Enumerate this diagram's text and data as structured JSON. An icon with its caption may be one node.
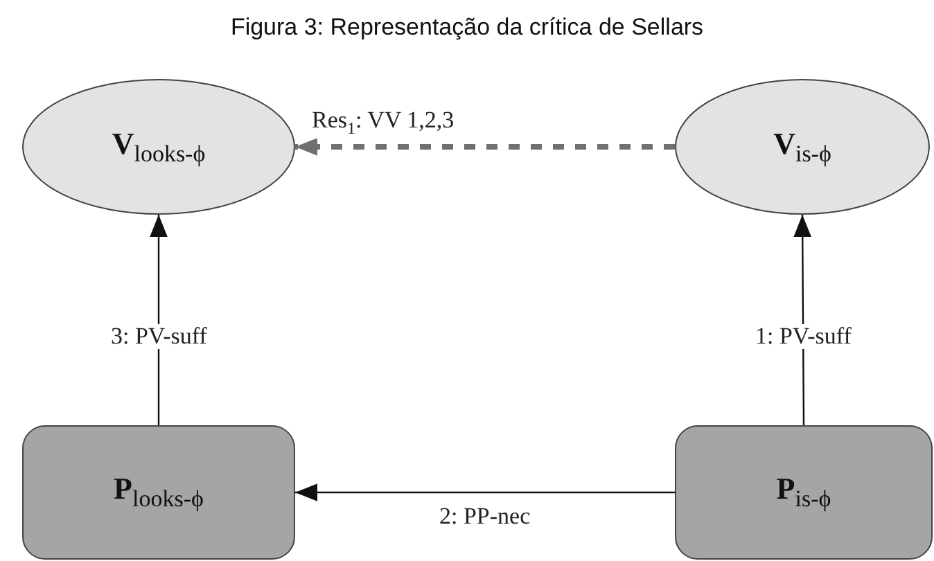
{
  "diagram": {
    "title": "Figura 3: Representação da crítica de Sellars",
    "nodes": [
      {
        "text": [
          "**V**$_{looks-ϕ}$"
        ]
      },
      {
        "text": [
          "**V**$_{is-ϕ}$"
        ]
      },
      {
        "text": [
          "**P**$_{looks-ϕ}$"
        ]
      },
      {
        "text": [
          "**P**$_{is-ϕ}$"
        ]
      }
    ],
    "edges": [
      {
        "from": 1,
        "to": 0,
        "arrow": "to",
        "label": "Res$_{1}$: VV 1,2,3",
        "style": "dashed",
        "color": "#707070"
      },
      {
        "from": 3,
        "to": 1,
        "arrow": "to",
        "label": "1: PV-suff"
      },
      {
        "from": 3,
        "to": 2,
        "arrow": "to",
        "label": "2: PP-nec"
      },
      {
        "from": 2,
        "to": 0,
        "arrow": "to",
        "label": "3: PV-suff"
      }
    ]
  }
}
